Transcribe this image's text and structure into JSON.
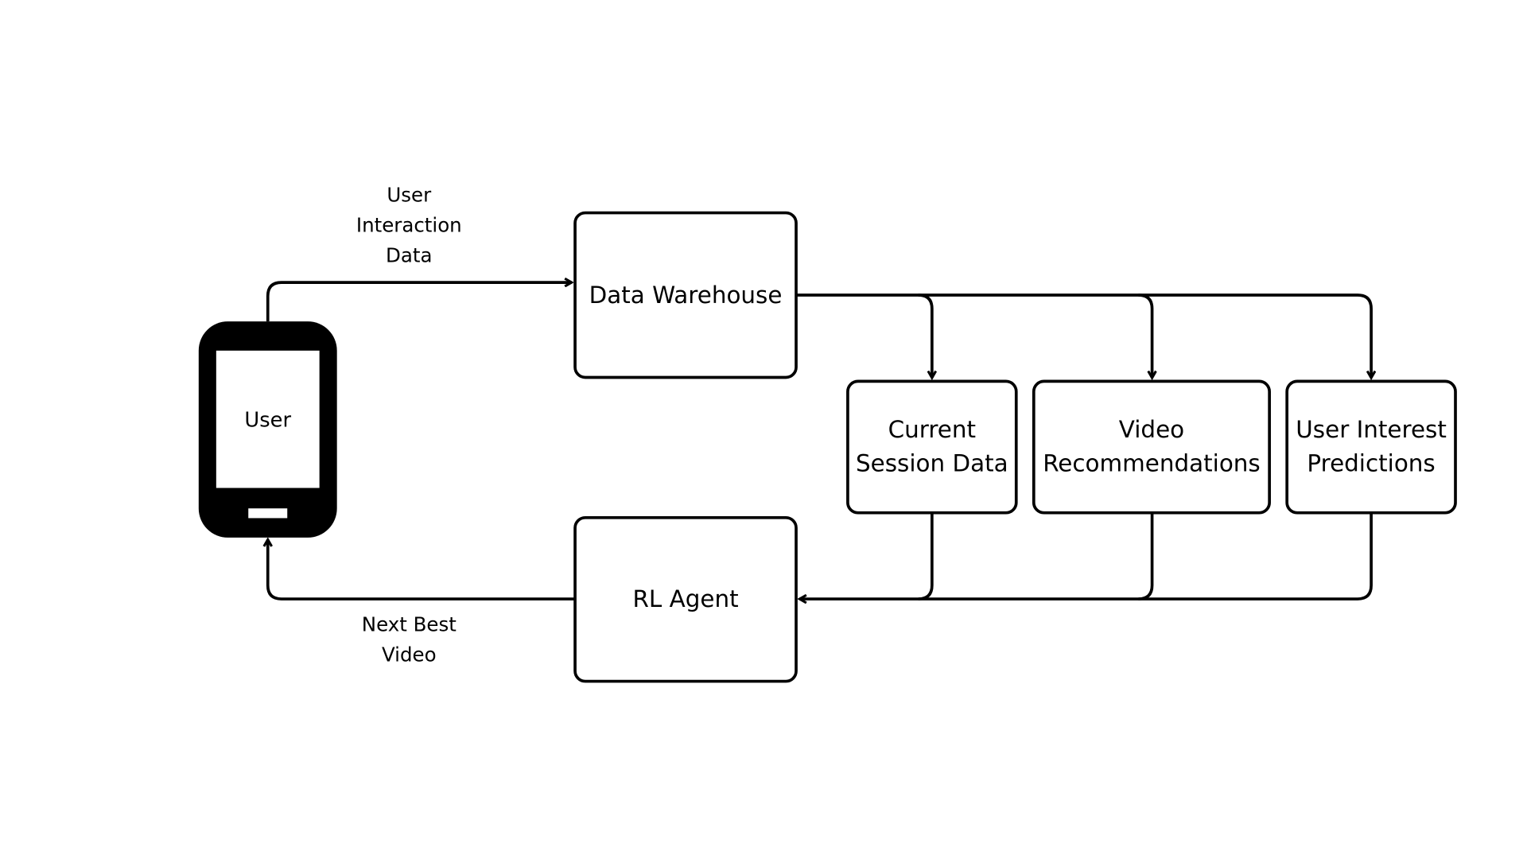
{
  "diagram": {
    "nodes": {
      "user": {
        "label": "User",
        "icon": "smartphone-icon"
      },
      "data_warehouse": {
        "label": "Data Warehouse"
      },
      "current_session": {
        "label": "Current\nSession Data"
      },
      "video_recs": {
        "label": "Video\nRecommendations"
      },
      "user_interest": {
        "label": "User Interest\nPredictions"
      },
      "rl_agent": {
        "label": "RL Agent"
      }
    },
    "edges": {
      "user_to_warehouse": {
        "label": "User\nInteraction\nData",
        "from": "User",
        "to": "Data Warehouse"
      },
      "agent_to_user": {
        "label": "Next Best\nVideo",
        "from": "RL Agent",
        "to": "User"
      },
      "warehouse_to_session": {
        "from": "Data Warehouse",
        "to": "Current Session Data"
      },
      "warehouse_to_recs": {
        "from": "Data Warehouse",
        "to": "Video Recommendations"
      },
      "warehouse_to_interest": {
        "from": "Data Warehouse",
        "to": "User Interest Predictions"
      },
      "session_to_agent": {
        "from": "Current Session Data",
        "to": "RL Agent"
      },
      "recs_to_agent": {
        "from": "Video Recommendations",
        "to": "RL Agent"
      },
      "interest_to_agent": {
        "from": "User Interest Predictions",
        "to": "RL Agent"
      }
    },
    "colors": {
      "stroke": "#000000",
      "background": "#ffffff"
    }
  }
}
